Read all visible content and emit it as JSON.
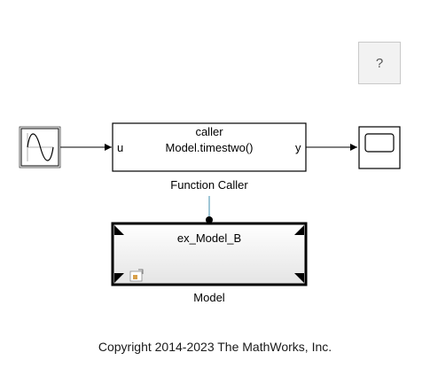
{
  "help_button": {
    "label": "?"
  },
  "blocks": {
    "sine_wave": {
      "icon": "sine-wave-icon"
    },
    "function_caller": {
      "title": "caller",
      "prototype": "Model.timestwo()",
      "input_port": "u",
      "output_port": "y",
      "name": "Function Caller"
    },
    "scope": {
      "icon": "scope-icon"
    },
    "model": {
      "reference": "ex_Model_B",
      "name": "Model",
      "icon": "model-reference-icon"
    }
  },
  "footer": {
    "copyright": "Copyright 2014-2023 The MathWorks, Inc."
  },
  "colors": {
    "connector": "#7fb3c8",
    "block_fill": "#ffffff",
    "model_fill_bottom": "#e6e6e6"
  }
}
